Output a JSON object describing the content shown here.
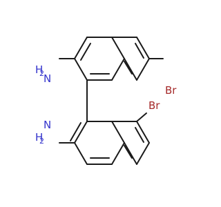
{
  "molecule": {
    "atom_labels": {
      "top_amine_n": "N",
      "top_amine_h": "H",
      "top_amine_h_count": "2",
      "bottom_amine_n": "N",
      "bottom_amine_h": "H",
      "bottom_amine_h_count": "2",
      "top_bromine": "Br",
      "bottom_bromine": "Br"
    },
    "colors": {
      "bond": "#1a1a1a",
      "nitrogen": "#3333cc",
      "bromine": "#a52a2a"
    }
  }
}
